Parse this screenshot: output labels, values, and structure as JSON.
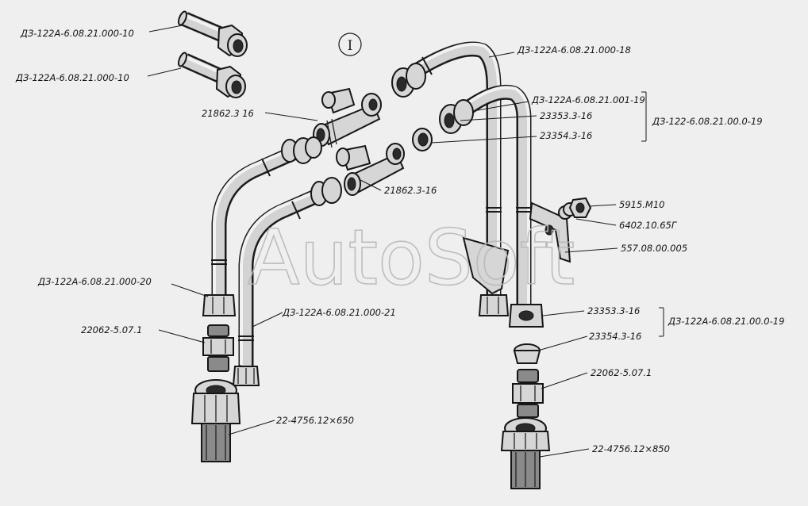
{
  "watermark": "AutoSoft",
  "view_marker": "I",
  "labels": {
    "tube_10_a": "ДЗ-122А-6.08.21.000-10",
    "tube_10_b": "ДЗ-122А-6.08.21.000-10",
    "tee_upper": "21862.3 16",
    "tee_lower": "21862.3-16",
    "pipe_18": "ДЗ-122А-6.08.21.000-18",
    "pipe_19": "ДЗ-122А-6.08.21.001-19",
    "nut_23353_top": "23353.3-16",
    "ring_23354_top": "23354.3-16",
    "group_right_top": "ДЗ-122-6.08.21.00.0-19",
    "bolt": "5915.М10",
    "washer": "6402.10.65Г",
    "clamp": "557.08.00.005",
    "pipe_20": "ДЗ-122А-6.08.21.000-20",
    "pipe_21": "ДЗ-122А-6.08.21.000-21",
    "adapter_left": "22062-5.07.1",
    "hose_650": "22-4756.12×650",
    "nut_23353_bottom": "23353.3-16",
    "ring_23354_bottom": "23354.3-16",
    "group_right_bottom": "ДЗ-122А-6.08.21.00.0-19",
    "adapter_right": "22062-5.07.1",
    "hose_850": "22-4756.12×850"
  }
}
